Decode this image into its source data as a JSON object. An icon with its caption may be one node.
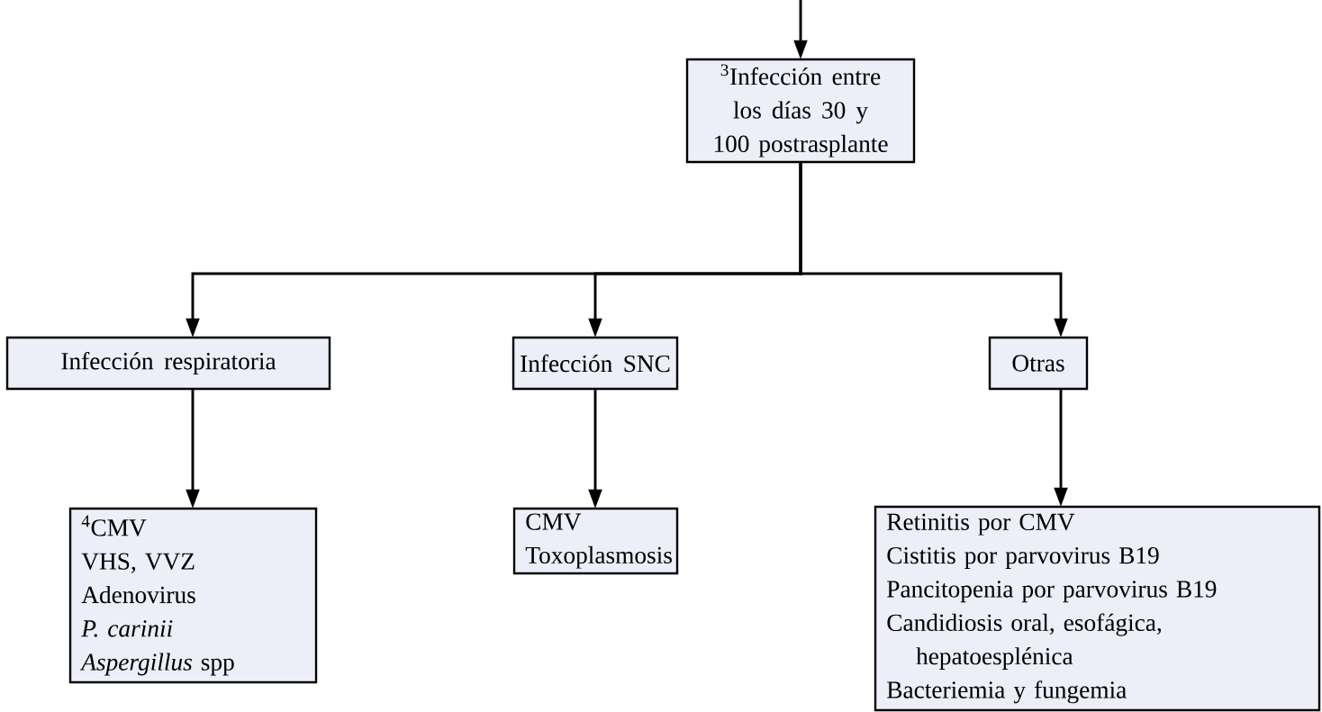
{
  "diagram": {
    "nodes": [
      {
        "text": [
          "$^{3}$Infección entre los días 30 y 100 postrasplante"
        ]
      },
      {
        "text": [
          "Infección respiratoria"
        ]
      },
      {
        "text": [
          "Infección SNC"
        ]
      },
      {
        "text": [
          "Otras"
        ]
      },
      {
        "text": [
          "$^{4}$CMV",
          "VHS, VVZ",
          "Adenovirus",
          "*P. carinii*",
          "*Aspergillus* spp"
        ]
      },
      {
        "text": [
          "CMV",
          "Toxoplasmosis"
        ]
      },
      {
        "text": [
          "Retinitis por CMV",
          "Cistitis por parvovirus B19",
          "Pancitopenia por parvovirus B19",
          "Candidiosis oral, esofágica, hepatoesplénica",
          "Bacteriemia y fungemia"
        ]
      }
    ],
    "edges": [
      {
        "from": null,
        "to": 0,
        "arrow": "to"
      },
      {
        "from": 0,
        "to": 1,
        "arrow": "to"
      },
      {
        "from": 0,
        "to": 2,
        "arrow": "to"
      },
      {
        "from": 0,
        "to": 3,
        "arrow": "to"
      },
      {
        "from": 1,
        "to": 4,
        "arrow": "to"
      },
      {
        "from": 2,
        "to": 5,
        "arrow": "to"
      },
      {
        "from": 3,
        "to": 6,
        "arrow": "to"
      }
    ]
  }
}
